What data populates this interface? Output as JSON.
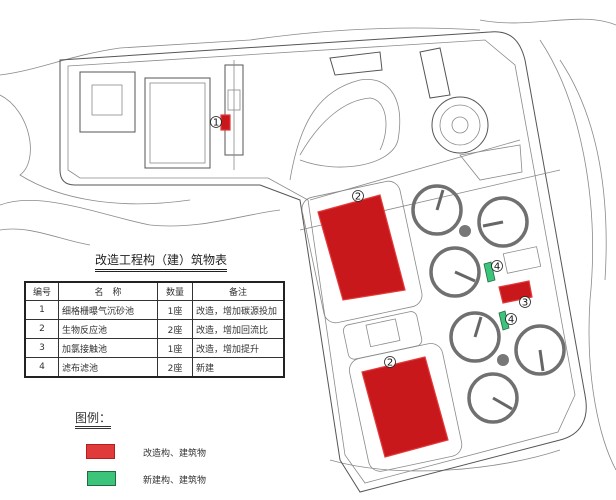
{
  "markers": {
    "m1": "1",
    "m2": "2",
    "m3": "3",
    "m4": "4"
  },
  "table": {
    "title": "改造工程构（建）筑物表",
    "headers": [
      "编号",
      "名　称",
      "数量",
      "备注"
    ],
    "rows": [
      {
        "no": "1",
        "name": "细格栅曝气沉砂池",
        "qty": "1座",
        "note": "改造，增加碳源投加"
      },
      {
        "no": "2",
        "name": "生物反应池",
        "qty": "2座",
        "note": "改造，增加回流比"
      },
      {
        "no": "3",
        "name": "加氯接触池",
        "qty": "1座",
        "note": "改造，增加提升"
      },
      {
        "no": "4",
        "name": "滤布滤池",
        "qty": "2座",
        "note": "新建"
      }
    ]
  },
  "legend": {
    "title": "图例：",
    "items": [
      {
        "label": "改造构、建筑物",
        "color": "#e03a3a"
      },
      {
        "label": "新建构、建筑物",
        "color": "#3cc47a"
      }
    ]
  }
}
